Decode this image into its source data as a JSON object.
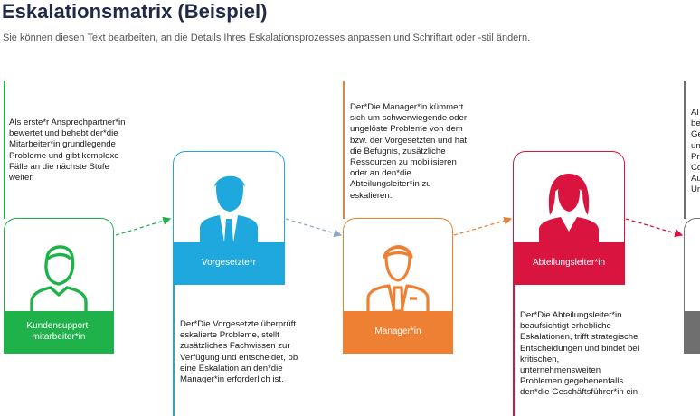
{
  "title": "Eskalationsmatrix (Beispiel)",
  "subtitle": "Sie können diesen Text bearbeiten, an die Details Ihres Eskalationsprozesses anpassen und Schriftart oder -stil ändern.",
  "colors": {
    "level1": "#20b24a",
    "level2": "#1ea8de",
    "level3": "#ee8033",
    "level4": "#d9143f",
    "level5": "#6f6f6f",
    "title": "#1e2a48"
  },
  "levels": [
    {
      "role": "Kundensupport-\nmitarbeiter*in",
      "icon": "male-person-outline-icon",
      "description": "Als erste*r Ansprechpartner*in\nbewertet und behebt der*die\nMitarbeiter*in grundlegende\nProbleme und gibt komplexe\nFälle an die nächste Stufe\nweiter."
    },
    {
      "role": "Vorgesetzte*r",
      "icon": "businessman-icon",
      "description": "Der*Die Vorgesetzte überprüft\neskalierte Probleme, stellt\nzusätzliches Fachwissen zur\nVerfügung und entscheidet, ob\neine Eskalation an den*die\nManager*in erforderlich ist."
    },
    {
      "role": "Manager*in",
      "icon": "manager-outline-icon",
      "description": "Der*Die Manager*in kümmert\nsich um schwerwiegende oder\nungelöste Probleme von dem\nbzw. der Vorgesetzten und hat\ndie Befugnis, zusätzliche\nRessourcen zu mobilisieren\noder an den*die\nAbteilungsleiter*in zu\neskalieren."
    },
    {
      "role": "Abteilungsleiter*in",
      "icon": "businesswoman-icon",
      "description": "Der*Die Abteilungsleiter*in\nbeaufsichtigt erhebliche\nEskalationen, trifft strategische\nEntscheidungen und bindet bei\nkritischen,\nunternehmensweiten\nProblemen gegebenenfalls\nden*die Geschäftsführer*in ein."
    },
    {
      "role": "",
      "icon": "executive-icon",
      "description": "Al\nbe\nGe\nun\nPr\nCo\nAu\nUn"
    }
  ]
}
